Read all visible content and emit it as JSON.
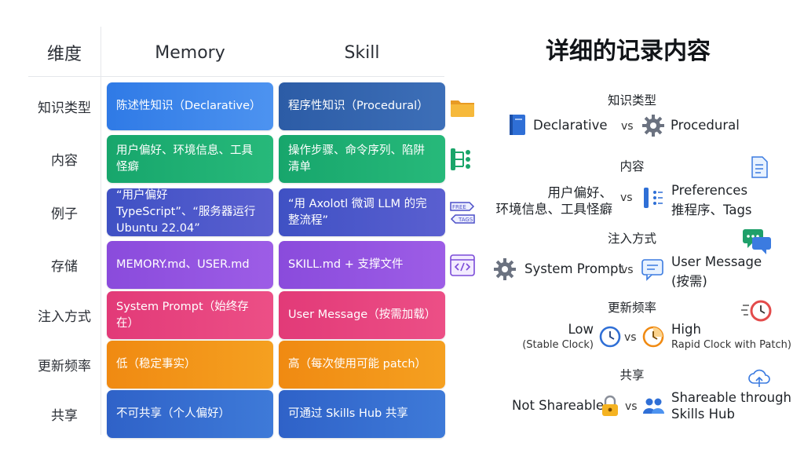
{
  "table": {
    "headers": {
      "dimension": "维度",
      "memory": "Memory",
      "skill": "Skill"
    },
    "rows": [
      {
        "dimension": "知识类型",
        "memory": "陈述性知识（Declarative）",
        "skill": "程序性知识（Procedural）",
        "icon": "folder-icon"
      },
      {
        "dimension": "内容",
        "memory": "用户偏好、环境信息、工具怪癖",
        "skill": "操作步骤、命令序列、陷阱清单",
        "icon": "flow-icon"
      },
      {
        "dimension": "例子",
        "memory": "“用户偏好 TypeScript”、“服务器运行 Ubuntu 22.04”",
        "skill": "“用 Axolotl 微调 LLM 的完整流程”",
        "icon": "tags-icon",
        "icon_labels": [
          "FREE",
          "TAGS"
        ]
      },
      {
        "dimension": "存储",
        "memory": "MEMORY.md、USER.md",
        "skill": "SKILL.md + 支撑文件",
        "icon": "code-window-icon"
      },
      {
        "dimension": "注入方式",
        "memory": "System Prompt（始终存在）",
        "skill": "User Message（按需加载）"
      },
      {
        "dimension": "更新频率",
        "memory": "低（稳定事实）",
        "skill": "高（每次使用可能 patch）"
      },
      {
        "dimension": "共享",
        "memory": "不可共享（个人偏好）",
        "skill": "可通过 Skills Hub 共享"
      }
    ]
  },
  "detail": {
    "title": "详细的记录内容",
    "knowledge": {
      "title": "知识类型",
      "left": "Declarative",
      "vs": "vs",
      "right": "Procedural"
    },
    "content": {
      "title": "内容",
      "left_line1": "用户偏好、",
      "left_line2": "环境信息、工具怪癖",
      "vs": "vs",
      "right_line1": "Preferences",
      "right_line2": "推程序、Tags"
    },
    "injection": {
      "title": "注入方式",
      "left": "System Prompt",
      "vs": "vs",
      "right_line1": "User Message",
      "right_line2": "(按需)"
    },
    "frequency": {
      "title": "更新频率",
      "left": "Low",
      "left_sub": "(Stable Clock)",
      "vs": "vs",
      "right": "High",
      "right_sub": "Rapid Clock with Patch)"
    },
    "sharing": {
      "title": "共享",
      "left": "Not Shareable",
      "vs": "vs",
      "right_line1": "Shareable through",
      "right_line2": "Skills Hub"
    }
  },
  "colors": {
    "memory_blue": "#2f7ae6",
    "skill_navy": "#2c5ca6",
    "green": "#17a66c",
    "indigo": "#3f51c4",
    "purple": "#8a4bdc",
    "pink": "#e23a78",
    "orange": "#f08a12"
  }
}
